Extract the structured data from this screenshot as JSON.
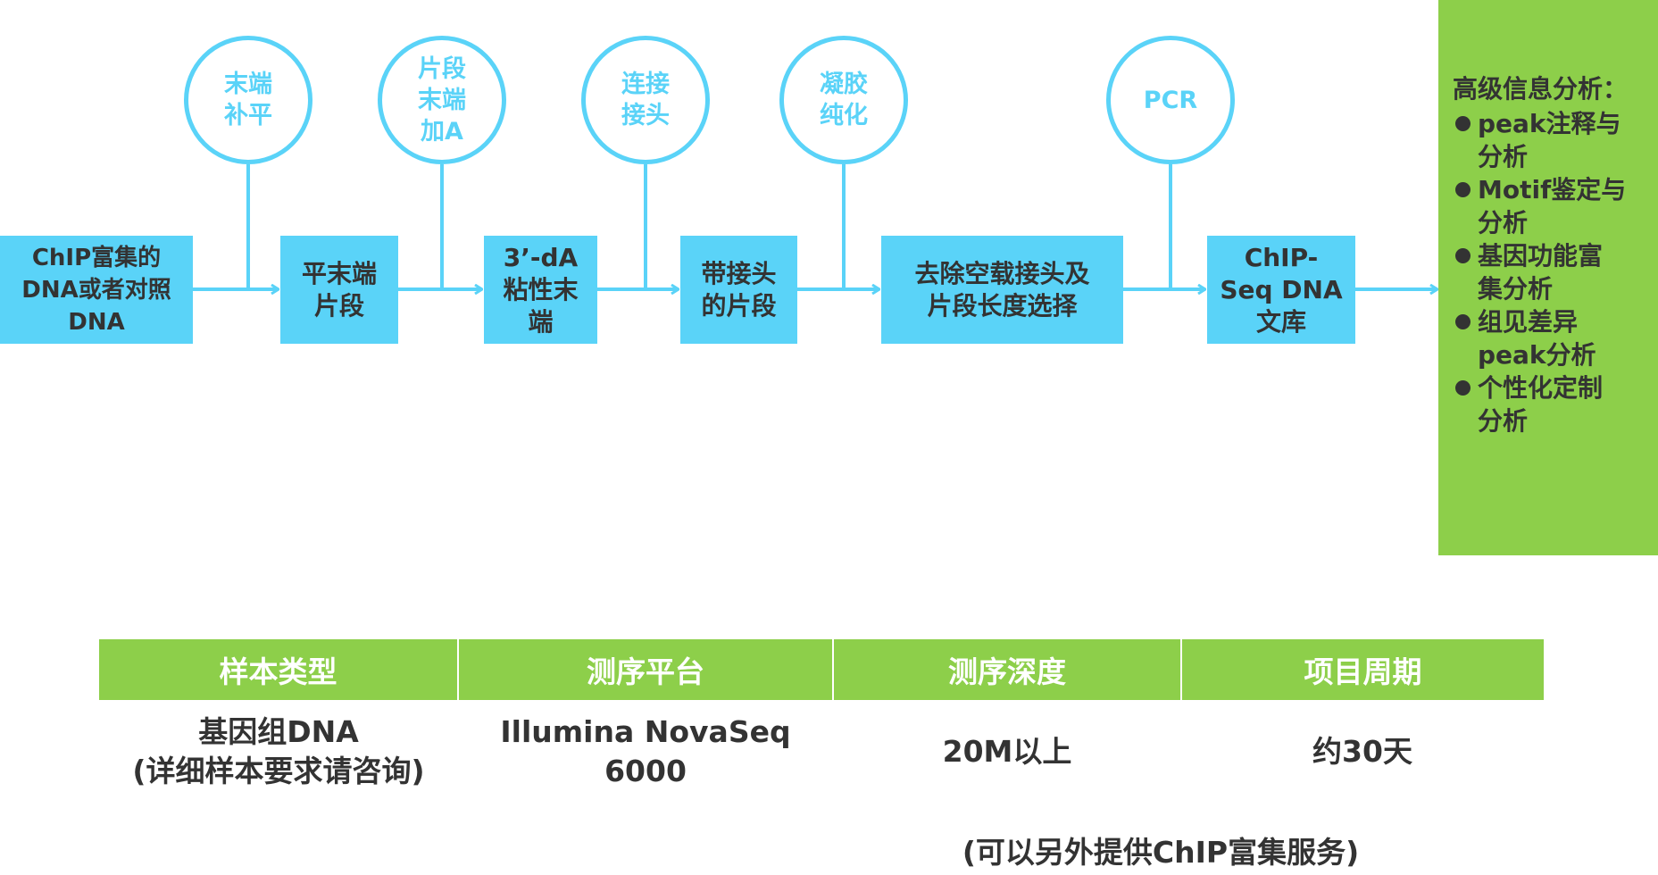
{
  "flow": {
    "steps": [
      {
        "label": "ChIP富集的\nDNA或者对照\nDNA"
      },
      {
        "label": "平末端\n片段"
      },
      {
        "label": "3’-dA\n粘性末\n端"
      },
      {
        "label": "带接头\n的片段"
      },
      {
        "label": "去除空载接头及\n片段长度选择"
      },
      {
        "label": "ChIP-\nSeq DNA\n文库"
      }
    ],
    "operations": [
      {
        "label": "末端\n补平"
      },
      {
        "label": "片段\n末端\n加A"
      },
      {
        "label": "连接\n接头"
      },
      {
        "label": "凝胶\n纯化"
      },
      {
        "label": "PCR"
      }
    ],
    "colors": {
      "box": "#5ad3f8",
      "line": "#5ad3f8",
      "green": "#8dcf4a",
      "text": "#333333"
    }
  },
  "analysis": {
    "title": "高级信息分析：",
    "items": [
      "peak注释与\n分析",
      "Motif鉴定与\n分析",
      "基因功能富\n集分析",
      "组见差异\npeak分析",
      "个性化定制\n分析"
    ]
  },
  "table": {
    "headers": [
      "样本类型",
      "测序平台",
      "测序深度",
      "项目周期"
    ],
    "row": [
      "基因组DNA\n(详细样本要求请咨询)",
      "Illumina NovaSeq\n6000",
      "20M以上",
      "约30天"
    ]
  },
  "note": "(可以另外提供ChIP富集服务)"
}
